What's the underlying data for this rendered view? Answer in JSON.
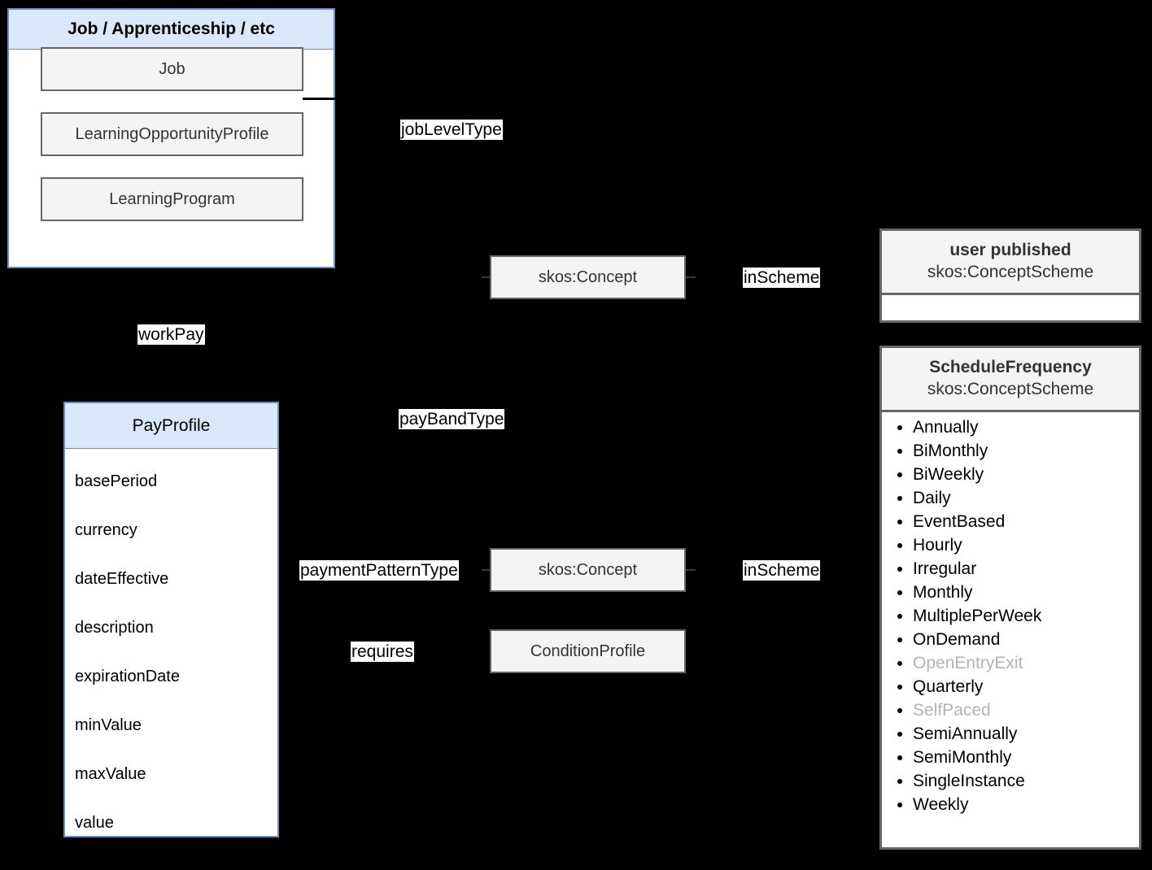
{
  "diagram": {
    "title": "Job / Apprenticeship / etc",
    "background_color": "#000000",
    "accent_blue_fill": "#dae8fc",
    "accent_blue_stroke": "#6c8ebf",
    "entity_fill": "#f4f4f4",
    "entity_stroke": "#666666",
    "dim_text_color": "#b3b3b3"
  },
  "job_group": {
    "header": "Job / Apprenticeship / etc",
    "entities": [
      {
        "label": "Job"
      },
      {
        "label": "LearningOpportunityProfile"
      },
      {
        "label": "LearningProgram"
      }
    ]
  },
  "pay_profile": {
    "title": "PayProfile",
    "attributes": [
      "basePeriod",
      "currency",
      "dateEffective",
      "description",
      "expirationDate",
      "minValue",
      "maxValue",
      "value"
    ]
  },
  "concept_boxes": [
    {
      "label": "skos:Concept"
    },
    {
      "label": "skos:Concept"
    },
    {
      "label": "ConditionProfile"
    }
  ],
  "edge_labels": {
    "job_level_type": "jobLevelType",
    "in_scheme_top": "inScheme",
    "work_pay": "workPay",
    "pay_band_type": "payBandType",
    "payment_pattern_type": "paymentPatternType",
    "in_scheme_bottom": "inScheme",
    "requires": "requires"
  },
  "user_published_scheme": {
    "name": "user published",
    "type": "skos:ConceptScheme",
    "concepts": []
  },
  "schedule_frequency_scheme": {
    "name": "ScheduleFrequency",
    "type": "skos:ConceptScheme",
    "concepts": [
      {
        "label": "Annually",
        "dimmed": false
      },
      {
        "label": "BiMonthly",
        "dimmed": false
      },
      {
        "label": "BiWeekly",
        "dimmed": false
      },
      {
        "label": "Daily",
        "dimmed": false
      },
      {
        "label": "EventBased",
        "dimmed": false
      },
      {
        "label": "Hourly",
        "dimmed": false
      },
      {
        "label": "Irregular",
        "dimmed": false
      },
      {
        "label": "Monthly",
        "dimmed": false
      },
      {
        "label": "MultiplePerWeek",
        "dimmed": false
      },
      {
        "label": "OnDemand",
        "dimmed": false
      },
      {
        "label": "OpenEntryExit",
        "dimmed": true
      },
      {
        "label": "Quarterly",
        "dimmed": false
      },
      {
        "label": "SelfPaced",
        "dimmed": true
      },
      {
        "label": "SemiAnnually",
        "dimmed": false
      },
      {
        "label": "SemiMonthly",
        "dimmed": false
      },
      {
        "label": "SingleInstance",
        "dimmed": false
      },
      {
        "label": "Weekly",
        "dimmed": false
      }
    ]
  }
}
